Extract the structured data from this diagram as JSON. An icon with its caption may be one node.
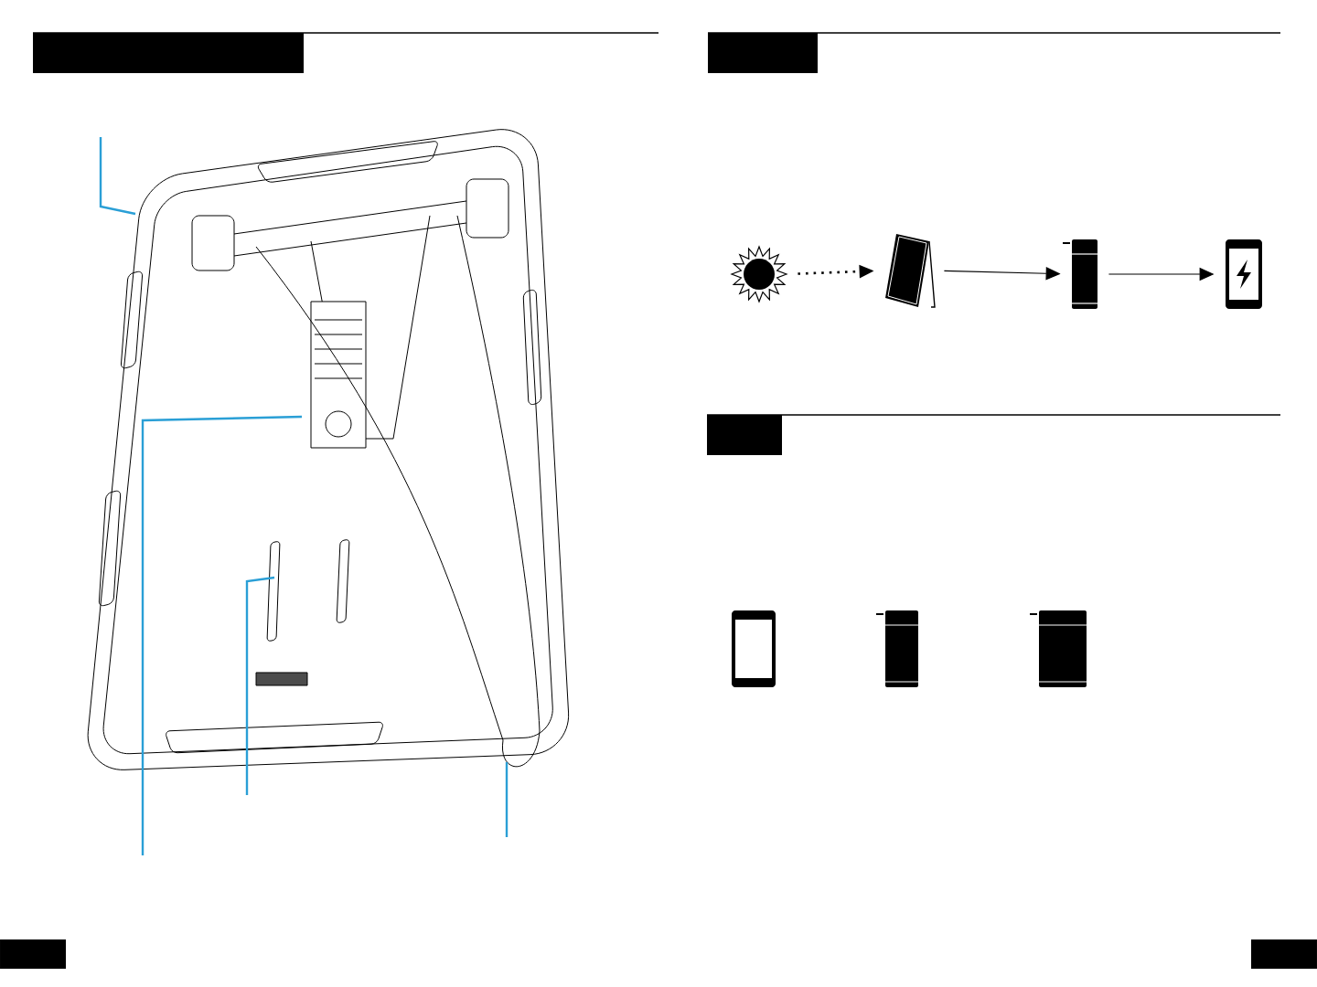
{
  "diagram": {
    "nodes": [
      {
        "text": [],
        "shape": "picture"
      },
      {
        "text": [],
        "shape": "bar"
      },
      {
        "text": [],
        "shape": "bar"
      },
      {
        "text": [],
        "shape": "sun"
      },
      {
        "text": [],
        "shape": "panel"
      },
      {
        "text": [],
        "shape": "battery"
      },
      {
        "text": [],
        "shape": "phone"
      },
      {
        "text": [],
        "shape": "bar"
      },
      {
        "text": [],
        "shape": "phone"
      },
      {
        "text": [],
        "shape": "battery"
      },
      {
        "text": [],
        "shape": "battery"
      },
      {
        "text": [],
        "shape": "bar"
      },
      {
        "text": [],
        "shape": "bar"
      }
    ],
    "edges": [
      {
        "from": 3,
        "to": 4,
        "arrow": "to",
        "style": "dashed",
        "color": "#000000"
      },
      {
        "from": 4,
        "to": 5,
        "arrow": "to",
        "color": "#000000"
      },
      {
        "from": 5,
        "to": 6,
        "arrow": "to",
        "color": "#000000"
      },
      {
        "from": null,
        "to": 0,
        "arrow": "none",
        "color": "#2a9fd6"
      },
      {
        "from": null,
        "to": 0,
        "arrow": "none",
        "color": "#2a9fd6"
      },
      {
        "from": null,
        "to": 0,
        "arrow": "none",
        "color": "#2a9fd6"
      },
      {
        "from": null,
        "to": 0,
        "arrow": "none",
        "color": "#2a9fd6"
      }
    ]
  }
}
